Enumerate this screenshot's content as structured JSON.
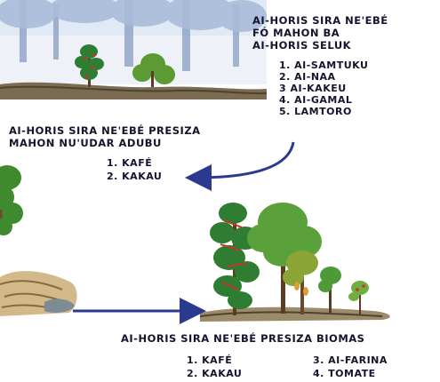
{
  "section_top": {
    "title_lines": [
      "AI-HORIS SIRA NE'EBÉ",
      "FÓ MAHON BA",
      "AI-HORIS SELUK"
    ],
    "items": [
      "1. AI-SAMTUKU",
      "2. AI-NAA",
      "3 AI-KAKEU",
      "4. AI-GAMAL",
      "5. LAMTORO"
    ]
  },
  "section_middle": {
    "title_lines": [
      "AI-HORIS SIRA NE'EBÉ PRESIZA",
      "MAHON NU'UDAR ADUBU"
    ],
    "items": [
      "1. KAFÉ",
      "2. KAKAU"
    ]
  },
  "section_bottom": {
    "title": "AI-HORIS SIRA NE'EBÉ PRESIZA BIOMAS",
    "items_left": [
      "1. KAFÉ",
      "2. KAKAU"
    ],
    "items_right": [
      "3. AI-FARINA",
      "4. TOMATE"
    ]
  },
  "colors": {
    "text": "#14142e",
    "arrow": "#2b3a8f"
  }
}
